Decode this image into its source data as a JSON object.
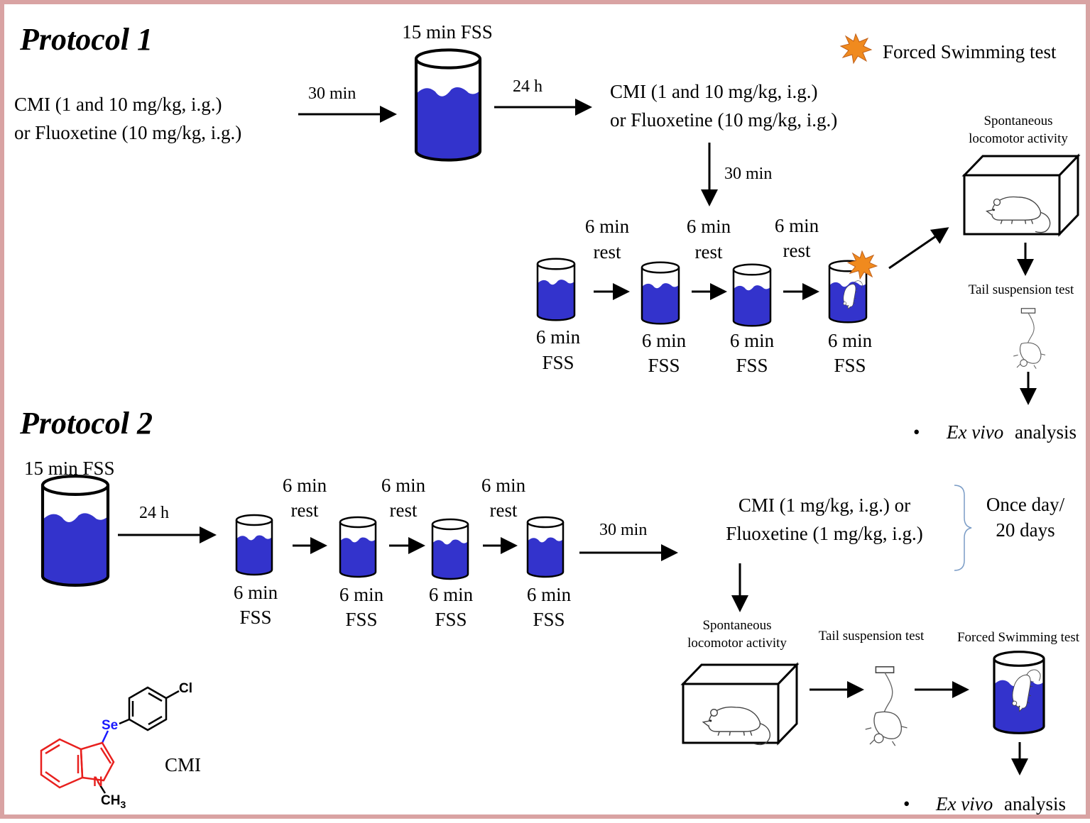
{
  "protocol1": {
    "title": "Protocol 1",
    "treatment_line1": "CMI (1 and 10 mg/kg, i.g.)",
    "treatment_line2": "or Fluoxetine (10 mg/kg, i.g.)",
    "interval_30min_a": "30 min",
    "fss_15_label": "15 min FSS",
    "interval_24h": "24 h",
    "treatment2_line1": "CMI (1 and 10 mg/kg, i.g.)",
    "treatment2_line2": "or Fluoxetine (10 mg/kg, i.g.)",
    "interval_30min_b": "30 min",
    "legend_label": "Forced Swimming test",
    "locomotor_line1": "Spontaneous",
    "locomotor_line2": "locomotor activity",
    "tail_label": "Tail suspension test",
    "exvivo_bullet": "•",
    "exvivo_italic": "Ex vivo",
    "exvivo_rest": "analysis",
    "rests": [
      {
        "line1": "6 min",
        "line2": "rest"
      },
      {
        "line1": "6 min",
        "line2": "rest"
      },
      {
        "line1": "6 min",
        "line2": "rest"
      }
    ],
    "fss": [
      {
        "line1": "6 min",
        "line2": "FSS"
      },
      {
        "line1": "6 min",
        "line2": "FSS"
      },
      {
        "line1": "6 min",
        "line2": "FSS"
      },
      {
        "line1": "6 min",
        "line2": "FSS"
      }
    ]
  },
  "protocol2": {
    "title": "Protocol 2",
    "fss_15_label": "15 min FSS",
    "interval_24h": "24 h",
    "interval_30min": "30 min",
    "treatment_line1": "CMI (1 mg/kg, i.g.) or",
    "treatment_line2": "Fluoxetine (1 mg/kg, i.g.)",
    "schedule_line1": "Once day/",
    "schedule_line2": "20 days",
    "locomotor_line1": "Spontaneous",
    "locomotor_line2": "locomotor activity",
    "tail_label": "Tail suspension test",
    "forced_label": "Forced Swimming test",
    "exvivo_bullet": "•",
    "exvivo_italic": "Ex vivo",
    "exvivo_rest": "analysis",
    "rests": [
      {
        "line1": "6 min",
        "line2": "rest"
      },
      {
        "line1": "6 min",
        "line2": "rest"
      },
      {
        "line1": "6 min",
        "line2": "rest"
      }
    ],
    "fss": [
      {
        "line1": "6 min",
        "line2": "FSS"
      },
      {
        "line1": "6 min",
        "line2": "FSS"
      },
      {
        "line1": "6 min",
        "line2": "FSS"
      },
      {
        "line1": "6 min",
        "line2": "FSS"
      }
    ]
  },
  "molecule": {
    "name": "CMI",
    "cl_label": "Cl",
    "se_label": "Se",
    "n_label": "N",
    "ch3_label": "CH",
    "ch3_sub": "3"
  },
  "colors": {
    "water": "#3333cc",
    "border": "#d9a3a3",
    "bracket": "#7a9cc6",
    "splash": "#f08a1e",
    "indole": "#e8201e",
    "selenium": "#1a1aff"
  }
}
